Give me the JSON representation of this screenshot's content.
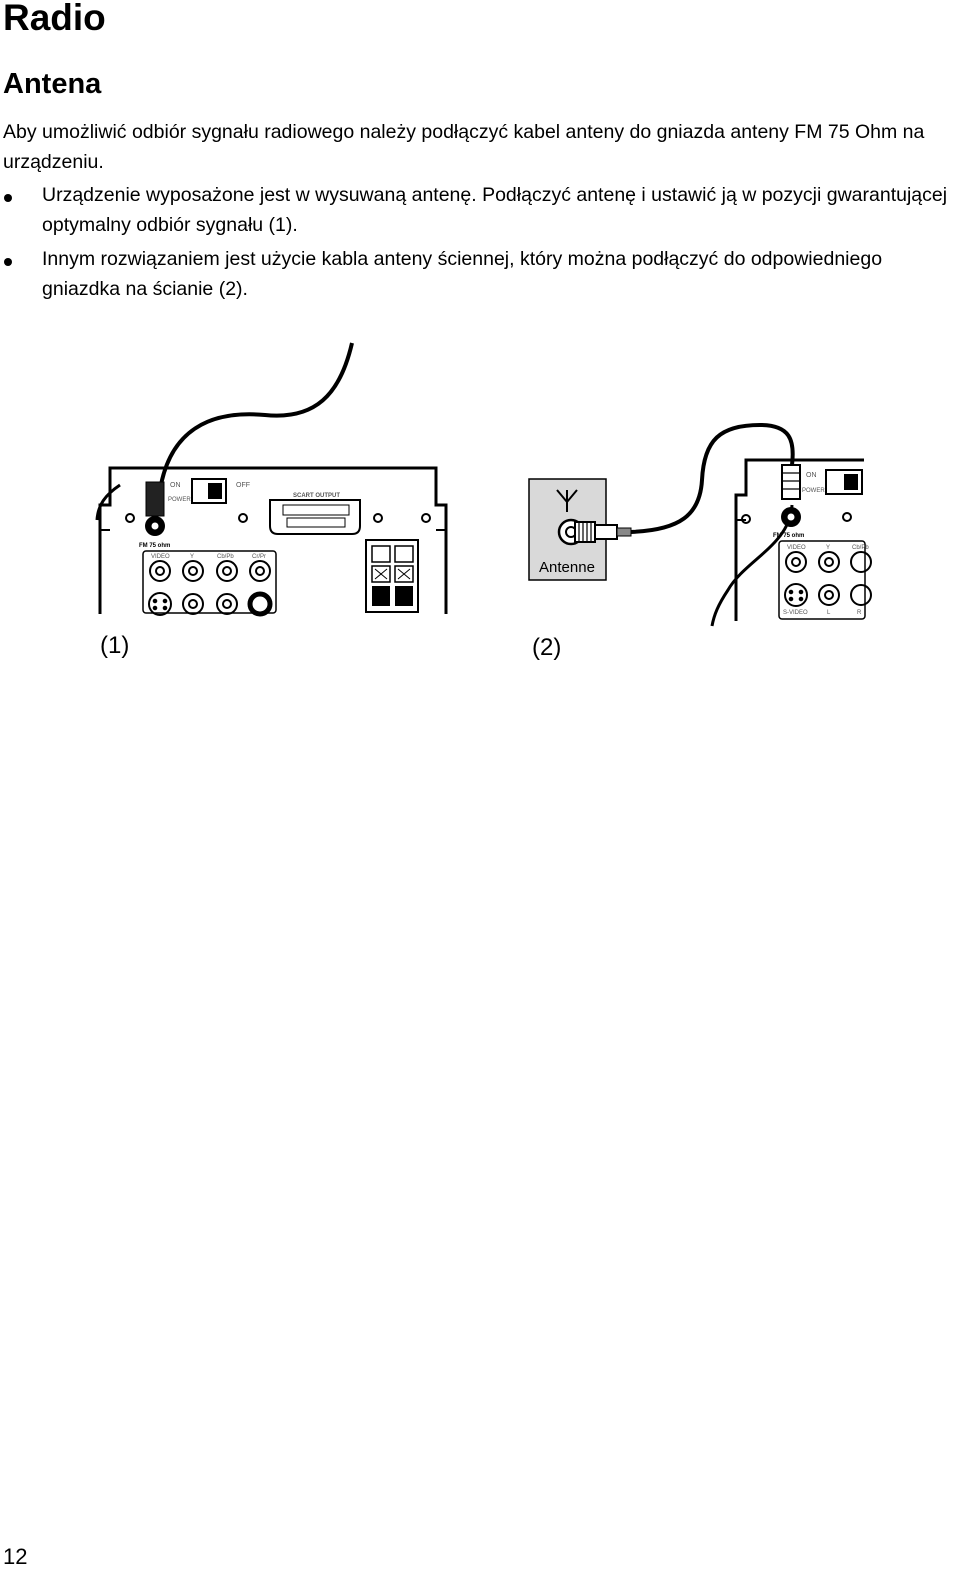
{
  "page_title": "Radio",
  "section_title": "Antena",
  "intro": "Aby umożliwić odbiór sygnału radiowego należy podłączyć kabel anteny do gniazda anteny FM 75 Ohm na urządzeniu.",
  "bullets": [
    "Urządzenie wyposażone jest w wysuwaną antenę. Podłączyć antenę i ustawić ją w pozycji gwarantującej optymalny odbiór sygnału (1).",
    "Innym rozwiązaniem jest użycie kabla anteny ściennej, który można podłączyć do odpowiedniego gniazdka na ścianie (2)."
  ],
  "figure": {
    "panel_labels": {
      "on": "ON",
      "off": "OFF",
      "power": "POWER",
      "scart": "SCART OUTPUT",
      "fm": "FM 75 ohm",
      "video": "VIDEO",
      "y": "Y",
      "cb": "Cb/Pb",
      "cr": "Cr/Pr",
      "svideo": "S-VIDEO",
      "l": "L",
      "r": "R"
    },
    "wall_socket_label": "Antenne",
    "caption_1": "(1)",
    "caption_2": "(2)"
  },
  "page_number": "12"
}
